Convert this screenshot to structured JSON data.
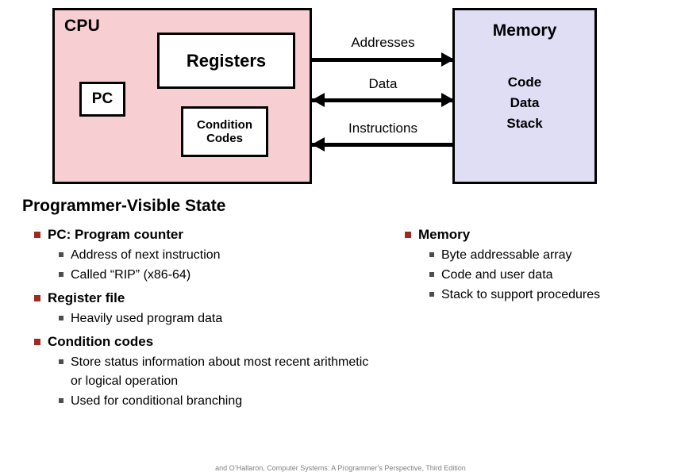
{
  "diagram": {
    "cpu": {
      "label": "CPU",
      "registers": "Registers",
      "pc": "PC",
      "condition_codes": "Condition\nCodes",
      "fill_color": "#F7CED2",
      "border_color": "#000000"
    },
    "memory": {
      "title": "Memory",
      "items": "Code\nData\nStack",
      "fill_color": "#E0DEF5",
      "border_color": "#000000"
    },
    "buses": [
      {
        "label": "Addresses",
        "direction": "right"
      },
      {
        "label": "Data",
        "direction": "both"
      },
      {
        "label": "Instructions",
        "direction": "left"
      }
    ]
  },
  "content": {
    "section_title": "Programmer-Visible State",
    "bullet_color": "#9E2A20",
    "left_column": [
      {
        "text": "PC: Program counter",
        "children": [
          "Address of next instruction",
          "Called “RIP” (x86-64)"
        ]
      },
      {
        "text": "Register file",
        "children": [
          "Heavily used program data"
        ]
      },
      {
        "text": "Condition codes",
        "children": [
          "Store status information about most recent arithmetic or logical operation",
          "Used for conditional branching"
        ]
      }
    ],
    "right_column": [
      {
        "text": "Memory",
        "children": [
          "Byte addressable array",
          "Code and user data",
          "Stack to support procedures"
        ]
      }
    ]
  },
  "footer": {
    "text": "and O’Hallaron, Computer Systems: A Programmer’s Perspective, Third Edition"
  }
}
